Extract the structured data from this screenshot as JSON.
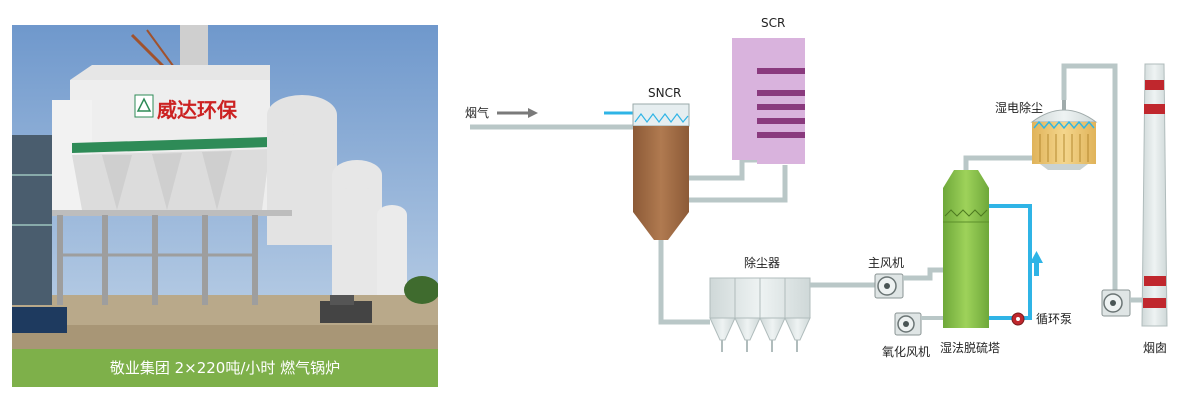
{
  "photo": {
    "sign_text": "威达环保",
    "caption": "敬业集团 2×220吨/小时 燃气锅炉"
  },
  "diagram": {
    "flue_gas_label": "烟气",
    "sncr_label": "SNCR",
    "scr_label": "SCR",
    "dust_collector_label": "除尘器",
    "main_fan_label": "主风机",
    "oxidation_fan_label": "氧化风机",
    "wet_desulfurization_label": "湿法脱硫塔",
    "circulation_pump_label": "循环泵",
    "wet_esp_label": "湿电除尘",
    "chimney_label": "烟囱"
  },
  "colors": {
    "caption_green": "#7eb04a",
    "sncr_brown": "#a5704a",
    "scr_pink": "#d9b3dd",
    "scr_stripe_purple": "#8a3a7e",
    "tower_green": "#8cc34a",
    "pipe_gray": "#b9c7c7",
    "water_blue": "#2fb4e6",
    "chimney_red": "#c0272d"
  }
}
